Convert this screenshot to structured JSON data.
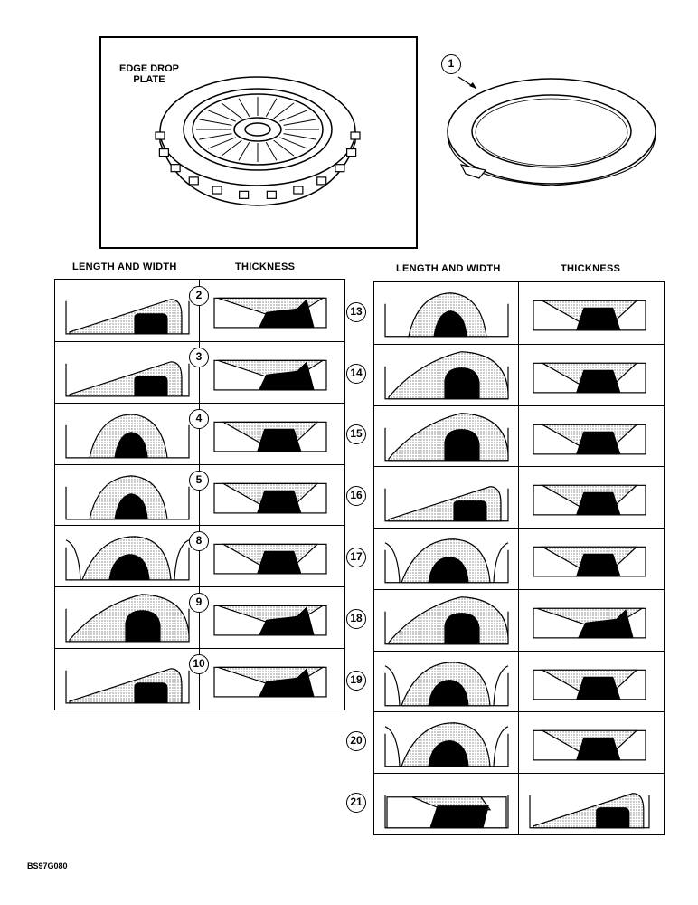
{
  "plate_label": "EDGE DROP\nPLATE",
  "callout_1": "1",
  "left_headers": {
    "length_width": "LENGTH AND WIDTH",
    "thickness": "THICKNESS"
  },
  "right_headers": {
    "length_width": "LENGTH AND WIDTH",
    "thickness": "THICKNESS"
  },
  "left_rows": [
    {
      "num": "2",
      "lw": "long",
      "th": "right"
    },
    {
      "num": "3",
      "lw": "long",
      "th": "right"
    },
    {
      "num": "4",
      "lw": "mound",
      "th": "vee"
    },
    {
      "num": "5",
      "lw": "mound",
      "th": "vee"
    },
    {
      "num": "8",
      "lw": "wide",
      "th": "vee"
    },
    {
      "num": "9",
      "lw": "big",
      "th": "right"
    },
    {
      "num": "10",
      "lw": "long",
      "th": "right"
    }
  ],
  "right_rows": [
    {
      "num": "13",
      "lw": "mound",
      "th": "vee"
    },
    {
      "num": "14",
      "lw": "big",
      "th": "vee"
    },
    {
      "num": "15",
      "lw": "big",
      "th": "vee"
    },
    {
      "num": "16",
      "lw": "long",
      "th": "vee"
    },
    {
      "num": "17",
      "lw": "wide",
      "th": "vee"
    },
    {
      "num": "18",
      "lw": "big",
      "th": "right"
    },
    {
      "num": "19",
      "lw": "wide",
      "th": "vee"
    },
    {
      "num": "20",
      "lw": "wide",
      "th": "vee"
    },
    {
      "num": "21",
      "lw": "flat",
      "th": "long"
    }
  ],
  "figure_code": "BS97G080"
}
